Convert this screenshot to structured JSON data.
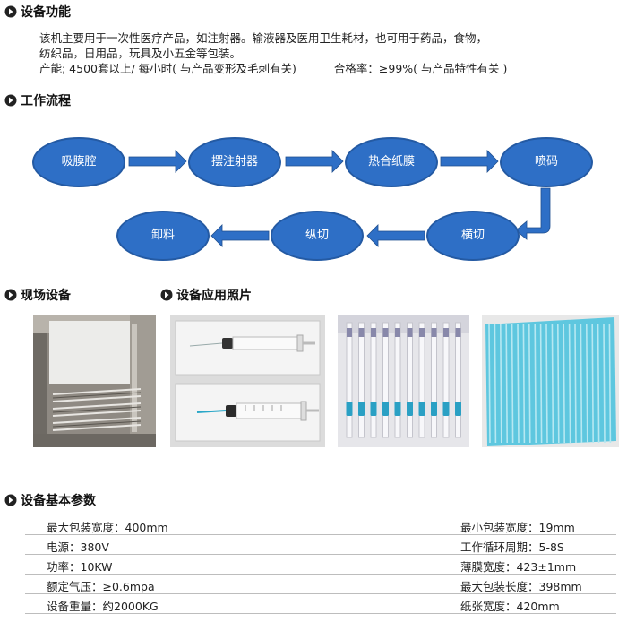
{
  "sections": {
    "features": "设备功能",
    "workflow": "工作流程",
    "equipment": "现场设备",
    "samples": "设备应用照片",
    "params": "设备基本参数"
  },
  "intro": {
    "line1": "该机主要用于一次性医疗产品，如注射器。输液器及医用卫生耗材，也可用于药品，食物，",
    "line2": "纺织品，日用品，玩具及小五金等包装。",
    "line3a": "产能; 4500套以上/ 每小时( 与产品变形及毛刺有关)",
    "line3b": "合格率：≥99%( 与产品特性有关 )"
  },
  "workflow": {
    "steps": [
      "吸膜腔",
      "摆注射器",
      "热合纸膜",
      "喷码",
      "横切",
      "纵切",
      "卸料"
    ]
  },
  "params": {
    "rows": [
      {
        "left": "最大包装宽度：400mm",
        "right": "最小包装宽度：19mm"
      },
      {
        "left": "电源：380V",
        "right": "工作循环周期：5-8S"
      },
      {
        "left": "功率：10KW",
        "right": "薄膜宽度：423±1mm"
      },
      {
        "left": "额定气压：≥0.6mpa",
        "right": "最大包装长度：398mm"
      },
      {
        "left": "设备重量：约2000KG",
        "right": "纸张宽度：420mm"
      }
    ]
  },
  "colors": {
    "node_fill": "#2e6fc6",
    "arrow": "#2e6fc6",
    "film_blue": "#5ec7df"
  },
  "icons": {
    "section_marker": "arrow-circle-icon"
  }
}
